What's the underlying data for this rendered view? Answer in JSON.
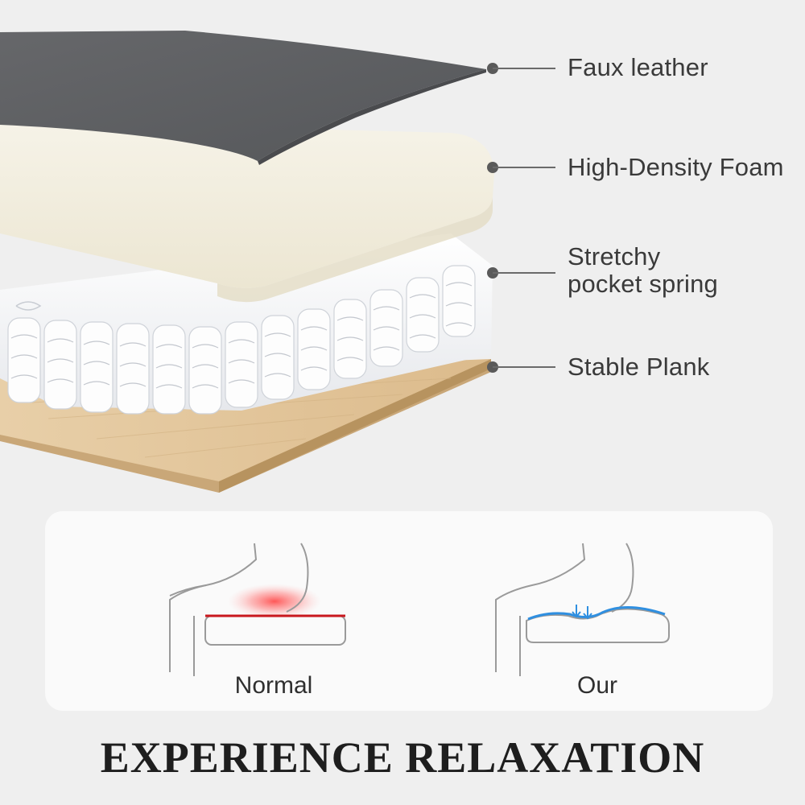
{
  "layers": [
    {
      "label": "Faux leather"
    },
    {
      "label": "High-Density Foam"
    },
    {
      "label_line1": "Stretchy",
      "label_line2": "pocket spring"
    },
    {
      "label": "Stable Plank"
    }
  ],
  "comparison": {
    "normal_label": "Normal",
    "our_label": "Our"
  },
  "headline": "EXPERIENCE RELAXATION",
  "colors": {
    "background": "#efefef",
    "leather": "#5f6061",
    "foam": "#f3efe1",
    "plank": "#e2c49a",
    "pressure_red": "#e0242b",
    "support_blue": "#2f8fe0"
  }
}
